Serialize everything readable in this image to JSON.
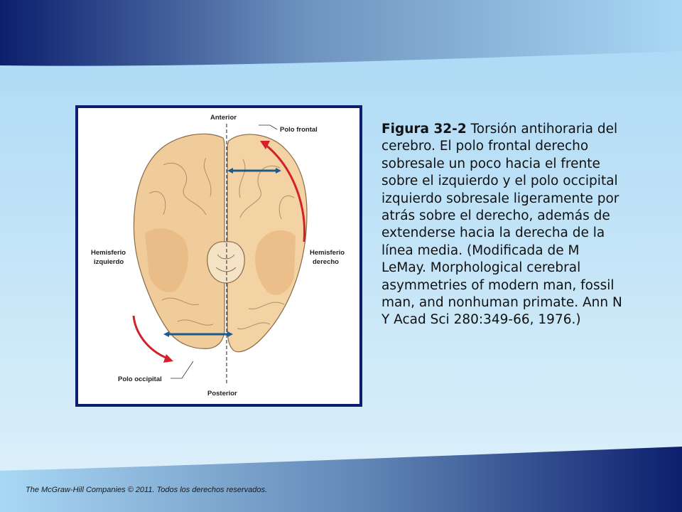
{
  "caption": {
    "figure_label": "Figura 32-2",
    "text": " Torsión antihoraria del cerebro. El polo frontal derecho sobresale un poco hacia el frente sobre el izquierdo y el polo occipital izquierdo sobresale ligeramente por atrás sobre el derecho, además de extenderse hacia la derecha de la línea media. (Modificada de M LeMay. Morphological cerebral asymmetries of modern man, fossil man, and nonhuman primate. Ann N Y Acad Sci 280:349-66, 1976.)"
  },
  "diagram": {
    "label_anterior": "Anterior",
    "label_posterior": "Posterior",
    "label_frontal_pole": "Polo frontal",
    "label_occipital_pole": "Polo occipital",
    "label_left_hemisphere_1": "Hemisferio",
    "label_left_hemisphere_2": "izquierdo",
    "label_right_hemisphere_1": "Hemisferio",
    "label_right_hemisphere_2": "derecho"
  },
  "footer": {
    "copyright": "The McGraw-Hill Companies © 2011. Todos los derechos reservados."
  },
  "colors": {
    "navy": "#0c1f6e",
    "sky": "#a9d8f5",
    "brain": "#f0cc9a",
    "arrow_blue": "#1c5a8e",
    "arrow_red": "#d3202a"
  }
}
